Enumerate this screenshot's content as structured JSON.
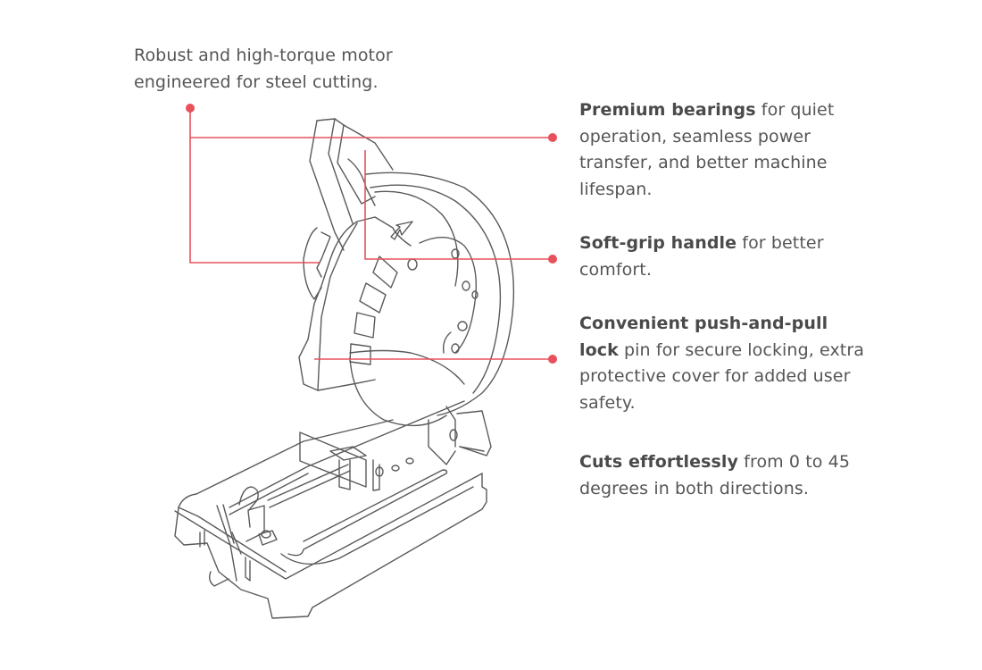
{
  "colors": {
    "accent": "#e8505b",
    "text": "#555555",
    "line_art": "#555555",
    "background": "#ffffff"
  },
  "illustration": {
    "subject": "chop-saw-icon"
  },
  "callouts": [
    {
      "id": "motor",
      "bold": "",
      "text": "Robust and high-torque motor engineered for steel cutting."
    },
    {
      "id": "bearings",
      "bold": "Premium bearings",
      "text": " for quiet operation, seamless power transfer, and better machine lifespan."
    },
    {
      "id": "handle",
      "bold": "Soft-grip handle",
      "text": " for better comfort."
    },
    {
      "id": "lock",
      "bold": "Convenient push-and-pull lock",
      "text": " pin for secure locking, extra protective cover for added user safety."
    },
    {
      "id": "cuts",
      "bold": "Cuts effortlessly",
      "text": " from 0 to 45 degrees in both directions."
    }
  ]
}
